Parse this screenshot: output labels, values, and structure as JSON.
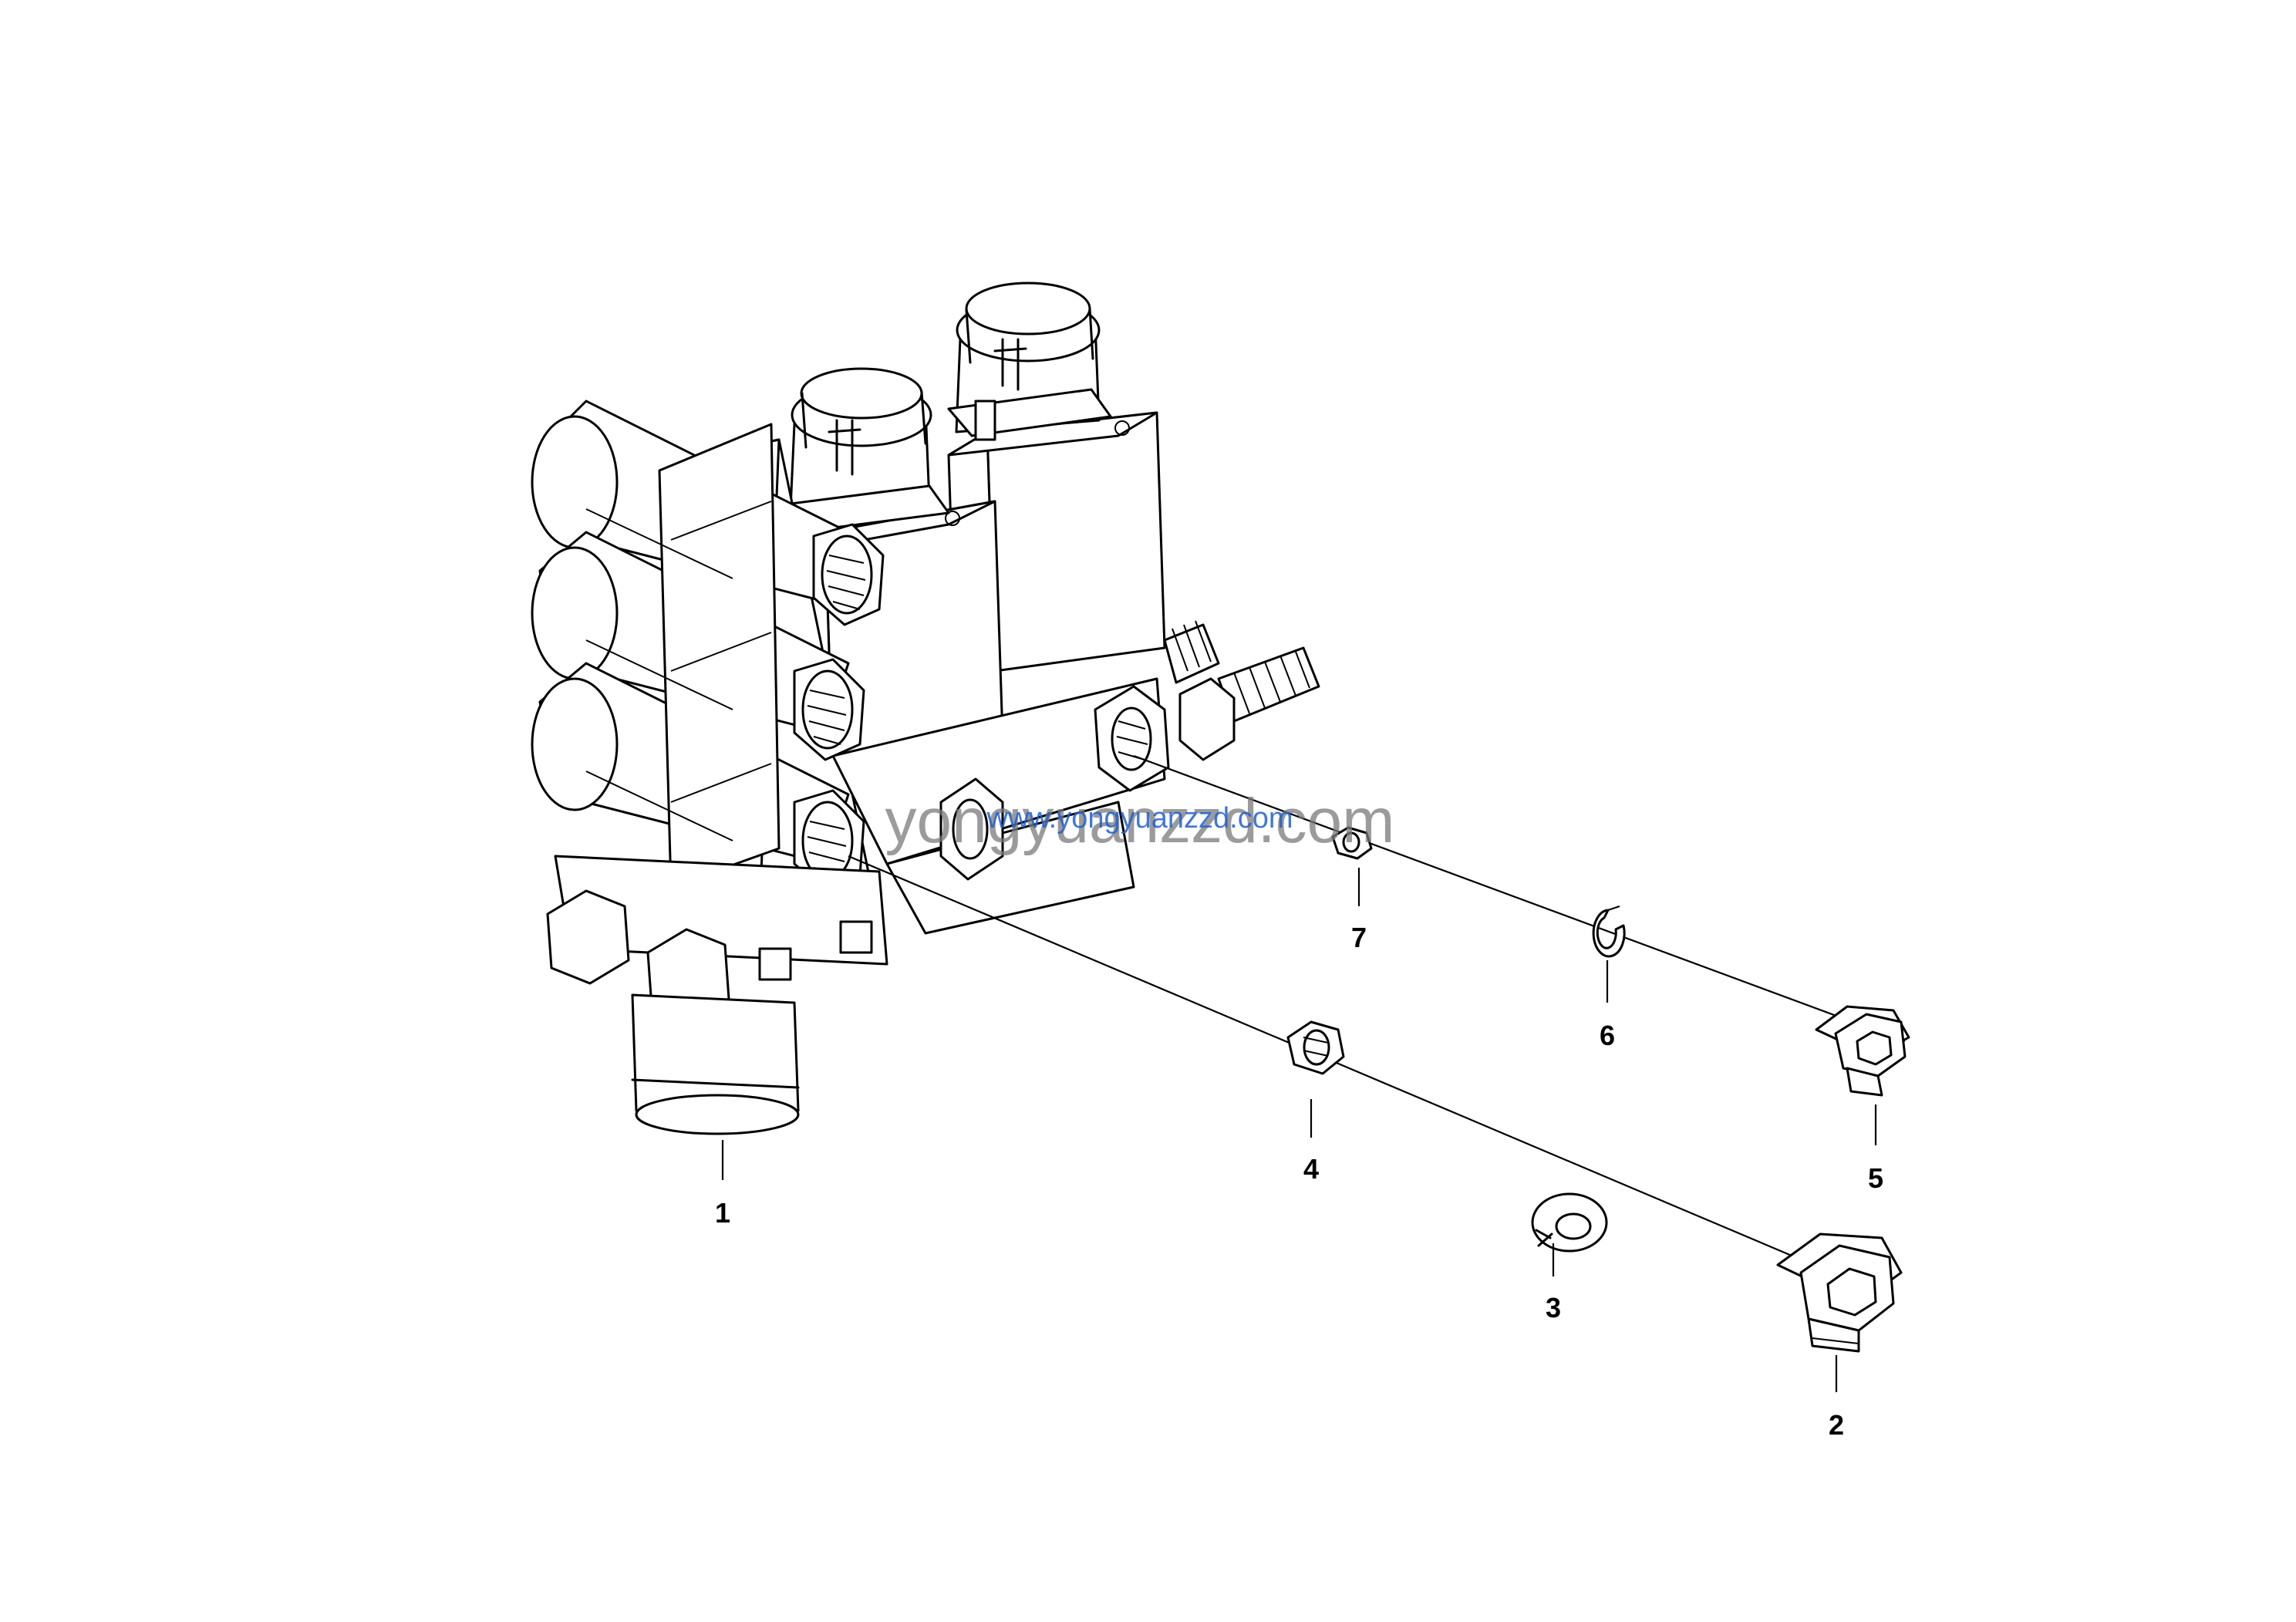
{
  "watermark": {
    "main": "yongyuanzzd.com",
    "secondary": "www.yongyuanzzd.com"
  },
  "callouts": [
    {
      "id": "1",
      "label": "1"
    },
    {
      "id": "2",
      "label": "2"
    },
    {
      "id": "3",
      "label": "3"
    },
    {
      "id": "4",
      "label": "4"
    },
    {
      "id": "5",
      "label": "5"
    },
    {
      "id": "6",
      "label": "6"
    },
    {
      "id": "7",
      "label": "7"
    }
  ],
  "colors": {
    "line": "#000000",
    "background": "#ffffff",
    "watermark_grey": "#7a7a7a",
    "watermark_blue": "#1f5fd1"
  }
}
